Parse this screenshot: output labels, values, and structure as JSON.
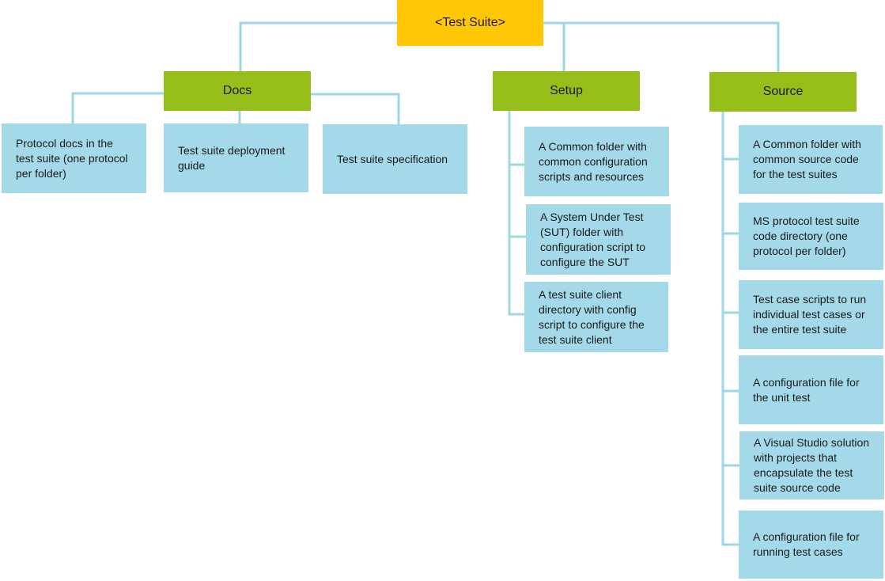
{
  "root": {
    "label": "<Test Suite>"
  },
  "docs": {
    "label": "Docs",
    "items": [
      "Protocol docs in the\ntest suite (one protocol\nper folder)",
      "Test suite deployment\nguide",
      "Test suite specification"
    ]
  },
  "setup": {
    "label": "Setup",
    "items": [
      "A Common folder with\ncommon configuration\nscripts and resources",
      "A System Under Test\n(SUT) folder with\nconfiguration script to\nconfigure the SUT",
      "A test suite client\ndirectory with config\nscript to configure the\ntest suite client"
    ]
  },
  "source": {
    "label": "Source",
    "items": [
      "A Common folder with\ncommon source  code\nfor the test suites",
      "MS protocol test suite\ncode directory (one\nprotocol per folder)",
      "Test case scripts to run\nindividual test cases or\nthe entire test suite",
      "A configuration file for\nthe unit test",
      "A Visual Studio solution\nwith projects that\nencapsulate the test\nsuite source code",
      "A configuration file for\nrunning test cases"
    ]
  },
  "colors": {
    "root": "#ffc706",
    "category": "#96be18",
    "leaf": "#a3d9e8",
    "connector": "#9dd7e4"
  }
}
